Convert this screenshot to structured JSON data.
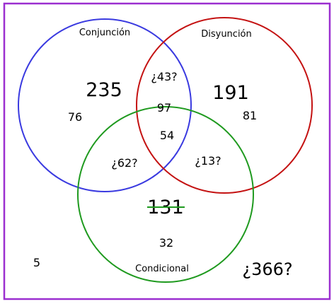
{
  "colors": {
    "frame": "#9b2fd0",
    "conjuncion": "#3a3ae0",
    "disyuncion": "#c41212",
    "condicional": "#1f9a1f",
    "text": "#000000"
  },
  "sets": {
    "conjuncion": {
      "label": "Conjunción",
      "total": "235"
    },
    "disyuncion": {
      "label": "Disyunción",
      "total": "191"
    },
    "condicional": {
      "label": "Condicional",
      "total": "131",
      "total_struck": true
    }
  },
  "regions": {
    "only_conjuncion": "76",
    "only_disyuncion": "81",
    "only_condicional": "32",
    "conjuncion_disyuncion": "¿43?",
    "conjuncion_disyuncion_top": "97",
    "all_three": "54",
    "conjuncion_condicional": "¿62?",
    "disyuncion_condicional": "¿13?",
    "outside": "5",
    "universe_total": "¿366?"
  }
}
